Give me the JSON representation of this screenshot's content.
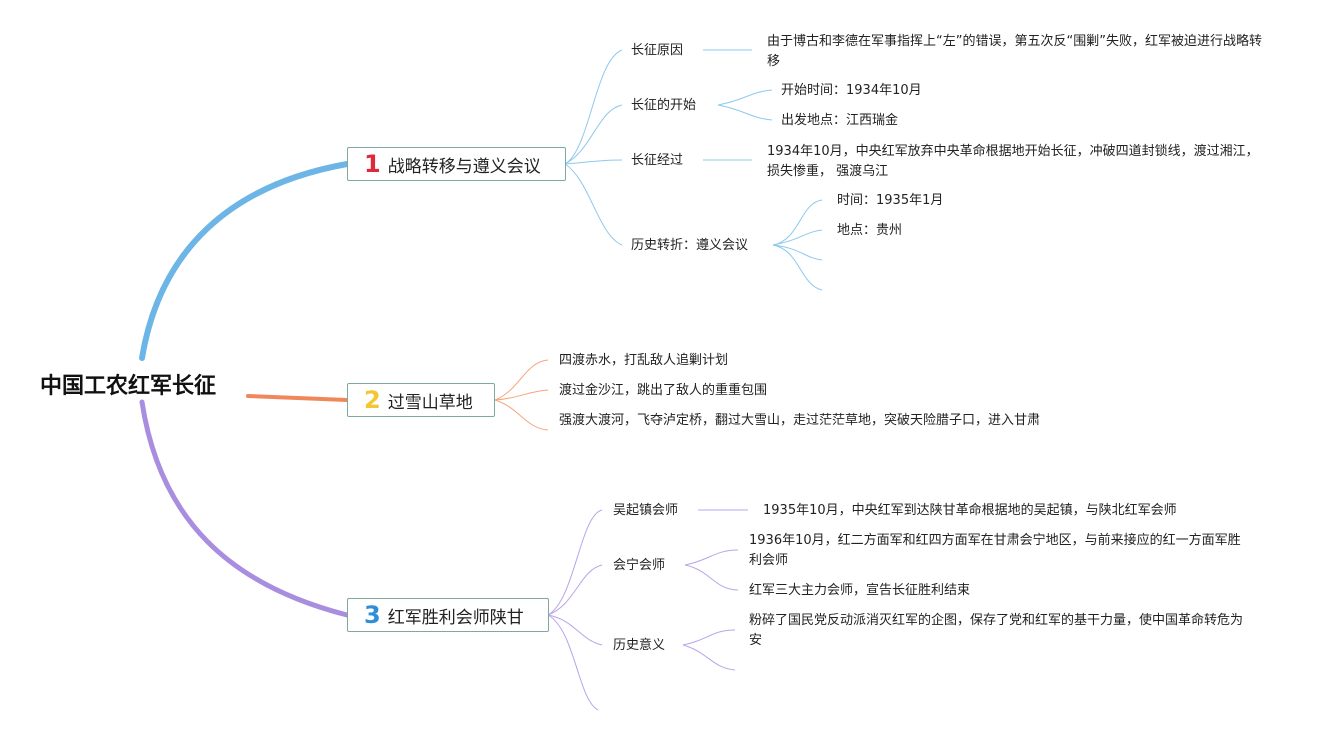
{
  "root": "中国工农红军长征",
  "colors": {
    "branch1": "#6cb5e6",
    "branch2": "#f0875a",
    "branch3": "#a98ee0",
    "num1": "#e02a3c",
    "num2": "#f3c730",
    "num3": "#2e8fd6"
  },
  "branch1": {
    "num": "1",
    "label": "战略转移与遵义会议",
    "reason_label": "长征原因",
    "reason_text": "由于博古和李德在军事指挥上“左”的错误，第五次反“围剿”失败，红军被迫进行战略转移",
    "start_label": "长征的开始",
    "start_time": "开始时间：1934年10月",
    "start_place": "出发地点：江西瑞金",
    "course_label": "长征经过",
    "course_text": "1934年10月，中央红军放弃中央革命根据地开始长征，冲破四道封锁线，渡过湘江，损失惨重， 强渡乌江",
    "turn_label": "历史转折：遵义会议",
    "turn_time": "时间：1935年1月",
    "turn_place": "地点：贵州"
  },
  "branch2": {
    "num": "2",
    "label": "过雪山草地",
    "item1": "四渡赤水，打乱敌人追剿计划",
    "item2": "渡过金沙江，跳出了敌人的重重包围",
    "item3": "强渡大渡河，飞夺泸定桥，翻过大雪山，走过茫茫草地，突破天险腊子口，进入甘肃"
  },
  "branch3": {
    "num": "3",
    "label": "红军胜利会师陕甘",
    "wuqi_label": "吴起镇会师",
    "wuqi_text": "1935年10月，中央红军到达陕甘革命根据地的吴起镇，与陕北红军会师",
    "huining_label": "会宁会师",
    "huining_text1": "1936年10月，红二方面军和红四方面军在甘肃会宁地区，与前来接应的红一方面军胜利会师",
    "huining_text2": "红军三大主力会师，宣告长征胜利结束",
    "meaning_label": "历史意义",
    "meaning_text": "粉碎了国民党反动派消灭红军的企图，保存了党和红军的基干力量，使中国革命转危为安"
  }
}
